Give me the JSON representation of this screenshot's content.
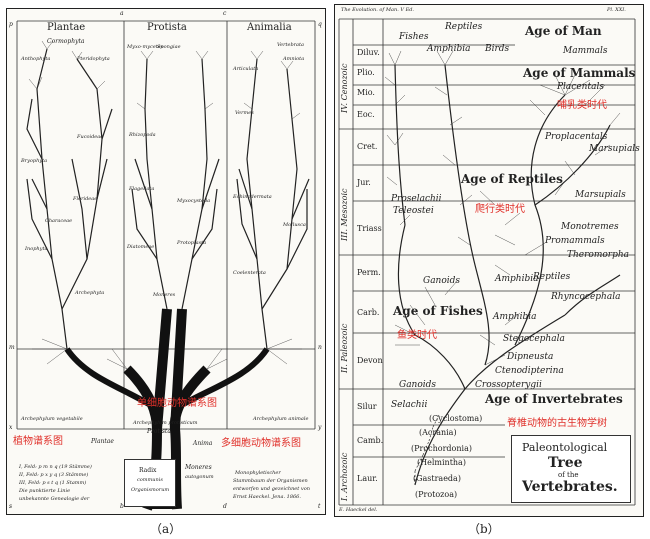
{
  "panel_a": {
    "corner_letters": {
      "p": "p",
      "a": "a",
      "c": "c",
      "q": "q",
      "m": "m",
      "n": "n",
      "x": "x",
      "y": "y",
      "s": "s",
      "b": "b",
      "d": "d",
      "t": "t"
    },
    "kingdoms": [
      "Plantae",
      "Protista",
      "Animalia"
    ],
    "groups": {
      "cormophyta": "Cormophyta",
      "anthophyta": "Anthophyta",
      "pteridophyta": "Pteridophyta",
      "bryophyta": "Bryophyta",
      "fucoideae": "Fucoideae",
      "florideae": "Florideae",
      "characeae": "Characeae",
      "inophyta": "Inophyta",
      "archephyta": "Archephyta",
      "myxomycetes": "Myxo-mycetes",
      "spongiae": "Spongiae",
      "rhizopoda": "Rhizopoda",
      "flagellata": "Flagellata",
      "diatomeae": "Diatomeae",
      "protoplasta": "Protoplasta",
      "moneres": "Moneres",
      "myxocystoda": "Myxocystoda",
      "vertebrata": "Vertebrata",
      "articulata": "Articulata",
      "vermes": "Vermes",
      "echinodermata": "Echinodermata",
      "mollusca": "Mollusca",
      "coelenterata": "Coelenterata",
      "amniota": "Amniota"
    },
    "bottom": {
      "archephylum_vegetabile": "Archephylum vegetabile",
      "archephylum_protisticum": "Archephylum protisticum",
      "archephylum_animale": "Archephylum animale",
      "plantae": "Plantae",
      "protista": "Protista",
      "animia": "Anima",
      "radix": "Radix",
      "communis": "communis",
      "organismorum": "Organismorum",
      "moneres": "Moneres",
      "autogonum": "autogonum",
      "stammbaum_1": "Monophyletischer",
      "stammbaum_2": "Stammbaum der Organismen",
      "stammbaum_3": "entworfen und gezeichnet von",
      "stammbaum_4": "Ernst Haeckel. Jena. 1866.",
      "legend_1": "I, Feld: p m n q  (19 Stämme)",
      "legend_2": "II, Feld: p x y q  (3 Stämme)",
      "legend_3": "III, Feld: p s t q  (1 Stamm)",
      "legend_4": "Die punktierte Linie",
      "legend_5": "unbekannte Genealogie der"
    },
    "annotations": {
      "plant_tree": "植物谱系图",
      "protist_tree": "单细胞动物谱系图",
      "animal_tree": "多细胞动物谱系图"
    },
    "label": "（a）"
  },
  "panel_b": {
    "top_left": "The Evolution. of Man. V Ed.",
    "top_right": "Pl. XXI.",
    "ages": {
      "man": "Age of Man",
      "mammals": "Age of Mammals",
      "reptiles": "Age of Reptiles",
      "fishes": "Age of Fishes",
      "invertebrates": "Age of Invertebrates"
    },
    "eras": [
      "IV. Cenozoic",
      "III. Mesozoic",
      "II. Paleozoic",
      "I. Archozoic"
    ],
    "periods": [
      "Diluv.",
      "Plio.",
      "Mio.",
      "Eoc.",
      "Cret.",
      "Jur.",
      "Triass",
      "Perm.",
      "Carb.",
      "Devon",
      "Silur",
      "Camb.",
      "Laur."
    ],
    "taxa": {
      "fishes": "Fishes",
      "reptiles": "Reptiles",
      "amphibia": "Amphibia",
      "birds": "Birds",
      "mammals": "Mammals",
      "placentals": "Placentals",
      "proplacentals": "Proplacentals",
      "marsupials": "Marsupials",
      "monotremes": "Monotremes",
      "promammals": "Promammals",
      "theromorpha": "Theromorpha",
      "rhyncocephala": "Rhyncocephala",
      "stegocephala": "Stegocephala",
      "amphibia2": "Amphibia",
      "ganoids": "Ganoids",
      "ganoids2": "Ganoids",
      "dipneusta": "Dipneusta",
      "ctenodipterina": "Ctenodipterina",
      "crossopterygii": "Crossopterygii",
      "selachii": "Selachii",
      "teleostei": "Teleostei",
      "proselachii": "Proselachii",
      "cyclostoma": "(Cyclostoma)",
      "acrania": "(Acrania)",
      "prochordonia": "(Prochordonia)",
      "helmintha": "(Helmintha)",
      "gastraeda": "(Gastraeda)",
      "protozoa": "(Protozoa)",
      "reptiles2": "Reptiles",
      "amphibia3": "Amphibia",
      "marsupials2": "Marsupials"
    },
    "annotations": {
      "mammal_era": "哺乳类时代",
      "reptile_era": "爬行类时代",
      "fish_era": "鱼类时代",
      "paleozoic_tree": "脊椎动物的古生物学树"
    },
    "title_box": {
      "line1": "Paleontological",
      "line2": "Tree",
      "line3": "of the",
      "line4": "Vertebrates."
    },
    "signature": "E. Haeckel del.",
    "label": "（b）"
  }
}
